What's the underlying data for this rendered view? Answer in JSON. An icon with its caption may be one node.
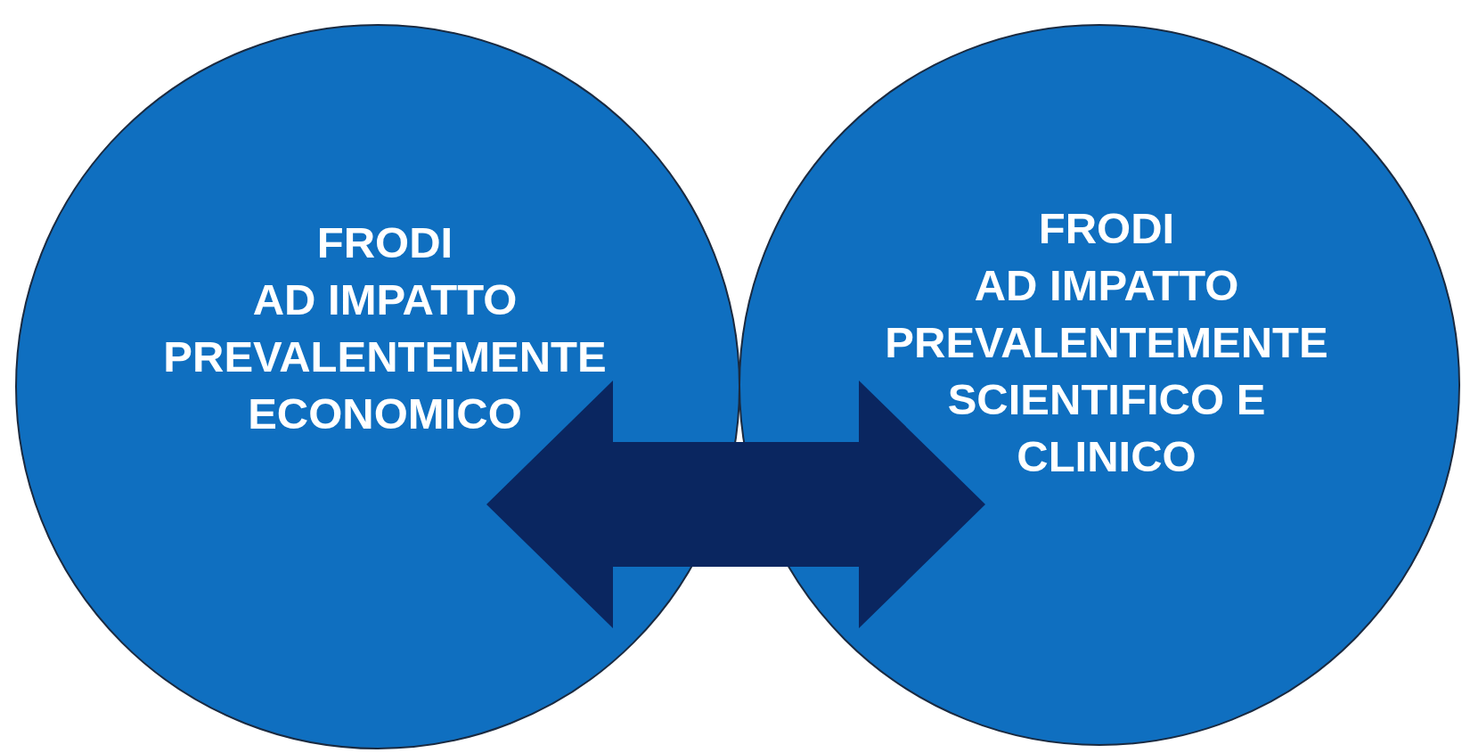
{
  "diagram": {
    "nodes": [
      {
        "text": [
          "FRODI AD IMPATTO PREVALENTEMENTE ECONOMICO"
        ]
      },
      {
        "text": [
          "FRODI AD IMPATTO PREVALENTEMENTE SCIENTIFICO E CLINICO"
        ]
      }
    ],
    "edges": [
      {
        "from": 0,
        "to": 1,
        "arrow": "both",
        "style": "thick"
      }
    ]
  }
}
